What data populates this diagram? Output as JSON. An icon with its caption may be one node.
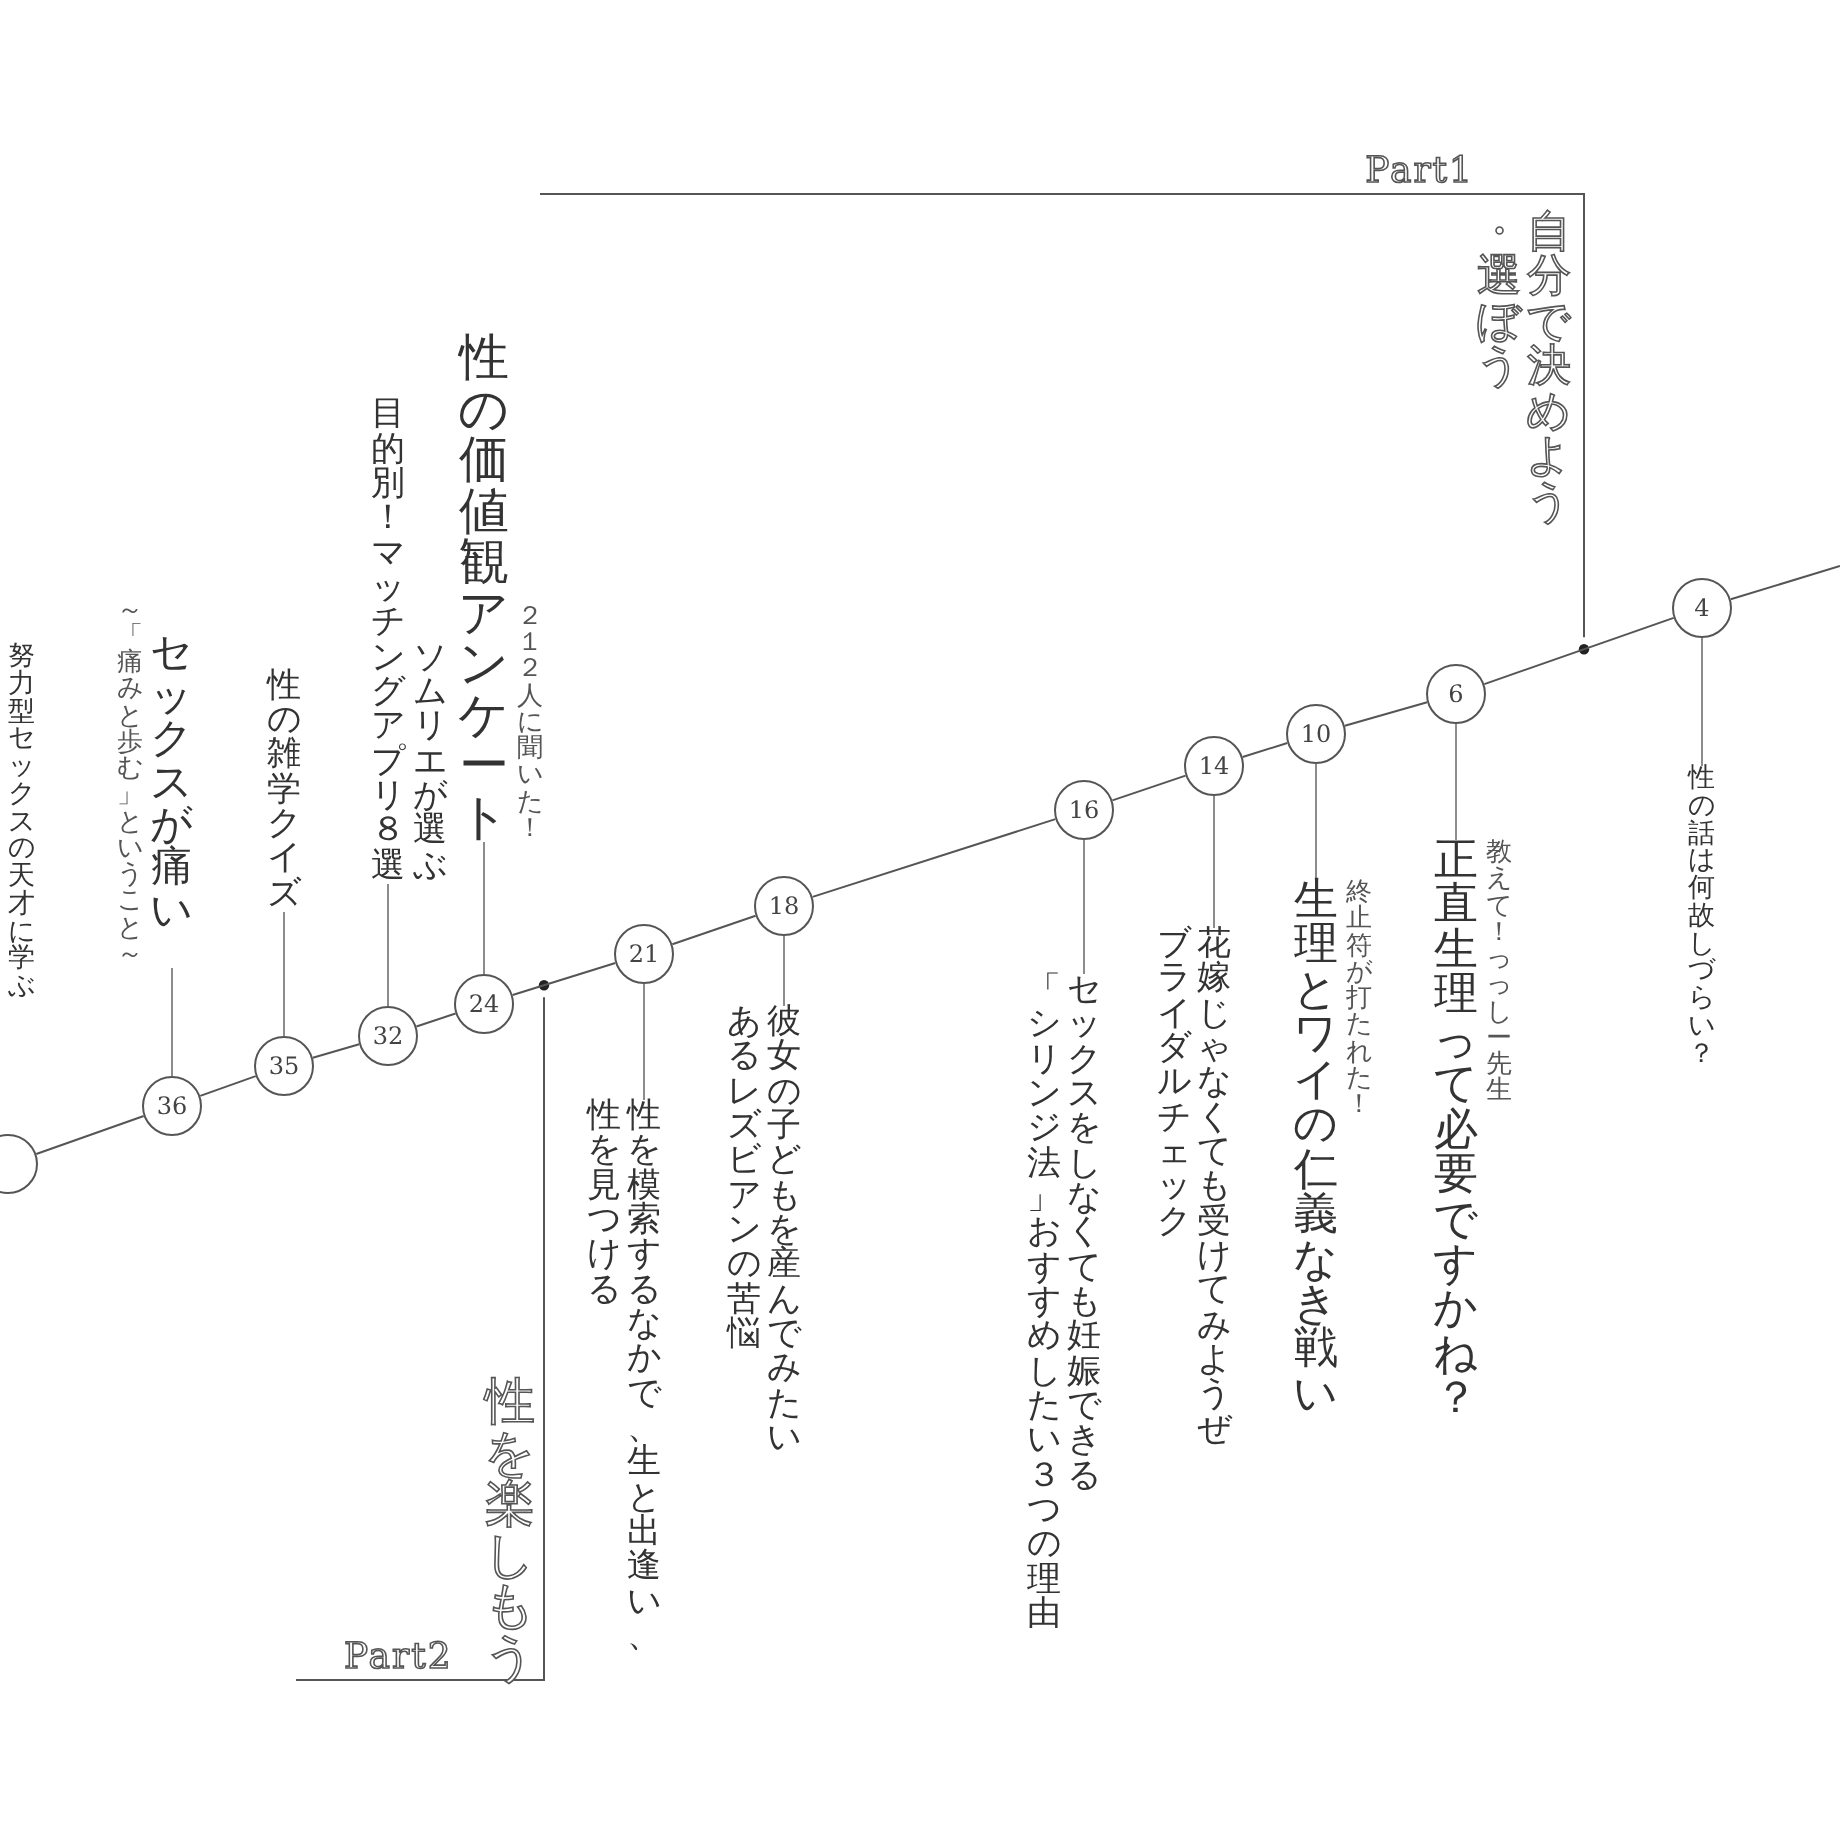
{
  "diagram": {
    "nodes": [
      {
        "text": [
          "4"
        ]
      },
      {
        "text": [
          "性の話は何故しづらい？"
        ]
      },
      {
        "text": [
          "6"
        ]
      },
      {
        "text": [
          "正直生理って必要ですかね？",
          "教えて！っっしー先生"
        ]
      },
      {
        "text": [
          "10"
        ]
      },
      {
        "text": [
          "生理とワイの仁義なき戦い",
          "終止符が打たれた！"
        ]
      },
      {
        "text": [
          "14"
        ]
      },
      {
        "text": [
          "花嫁じゃなくても受けてみようぜブライダルチェック"
        ]
      },
      {
        "text": [
          "16"
        ]
      },
      {
        "text": [
          "セックスをしなくても妊娠できる「シリンジ法」おすすめしたい３つの理由"
        ]
      },
      {
        "text": [
          "18"
        ]
      },
      {
        "text": [
          "彼女の子どもを産んでみたいあるレズビアンの苦悩"
        ]
      },
      {
        "text": [
          "21"
        ]
      },
      {
        "text": [
          "性を模索するなかで、生と出逢い、性を見つける"
        ]
      },
      {
        "text": [
          "24"
        ]
      },
      {
        "text": [
          "性の価値観アンケート",
          "２１２人に聞いた！"
        ]
      },
      {
        "text": [
          "32"
        ]
      },
      {
        "text": [
          "目的別！マッチングアプリ８選",
          "ソムリエが選ぶ"
        ]
      },
      {
        "text": [
          "35"
        ]
      },
      {
        "text": [
          "性の雑学クイズ"
        ]
      },
      {
        "text": [
          "36"
        ]
      },
      {
        "text": [
          "～「痛みと歩む」ということ～",
          "セックスが痛い"
        ]
      },
      {
        "text": [],
        "shape": "circle"
      }
    ],
    "edges": [
      {
        "from": null,
        "to": 0,
        "arrow": "none"
      },
      {
        "from": 0,
        "to": 2,
        "arrow": "none"
      },
      {
        "from": 2,
        "to": 4,
        "arrow": "none"
      },
      {
        "from": 4,
        "to": 6,
        "arrow": "none"
      },
      {
        "from": 6,
        "to": 8,
        "arrow": "none"
      },
      {
        "from": 8,
        "to": 10,
        "arrow": "none"
      },
      {
        "from": 10,
        "to": 12,
        "arrow": "none"
      },
      {
        "from": 12,
        "to": 14,
        "arrow": "none"
      },
      {
        "from": 14,
        "to": 16,
        "arrow": "none"
      },
      {
        "from": 16,
        "to": 18,
        "arrow": "none"
      },
      {
        "from": 18,
        "to": 20,
        "arrow": "none"
      },
      {
        "from": 20,
        "to": 22,
        "arrow": "none"
      },
      {
        "from": 0,
        "to": 1,
        "arrow": "none",
        "color": "#8c8c8c"
      },
      {
        "from": 2,
        "to": 3,
        "arrow": "none",
        "color": "#8c8c8c"
      },
      {
        "from": 4,
        "to": 5,
        "arrow": "none",
        "color": "#8c8c8c"
      },
      {
        "from": 6,
        "to": 7,
        "arrow": "none",
        "color": "#8c8c8c"
      },
      {
        "from": 8,
        "to": 9,
        "arrow": "none",
        "color": "#8c8c8c"
      },
      {
        "from": 10,
        "to": 11,
        "arrow": "none",
        "color": "#8c8c8c"
      },
      {
        "from": 12,
        "to": 13,
        "arrow": "none",
        "color": "#8c8c8c"
      },
      {
        "from": 14,
        "to": 15,
        "arrow": "none",
        "color": "#8c8c8c"
      },
      {
        "from": 16,
        "to": 17,
        "arrow": "none",
        "color": "#8c8c8c"
      },
      {
        "from": 18,
        "to": 19,
        "arrow": "none",
        "color": "#8c8c8c"
      },
      {
        "from": 20,
        "to": 21,
        "arrow": "none",
        "color": "#8c8c8c"
      }
    ],
    "labels": [
      "Part1",
      "自分で決めよう・選ぼう",
      "努力型セックスの天才に学ぶ",
      "性を楽しもう",
      "Part2"
    ]
  }
}
